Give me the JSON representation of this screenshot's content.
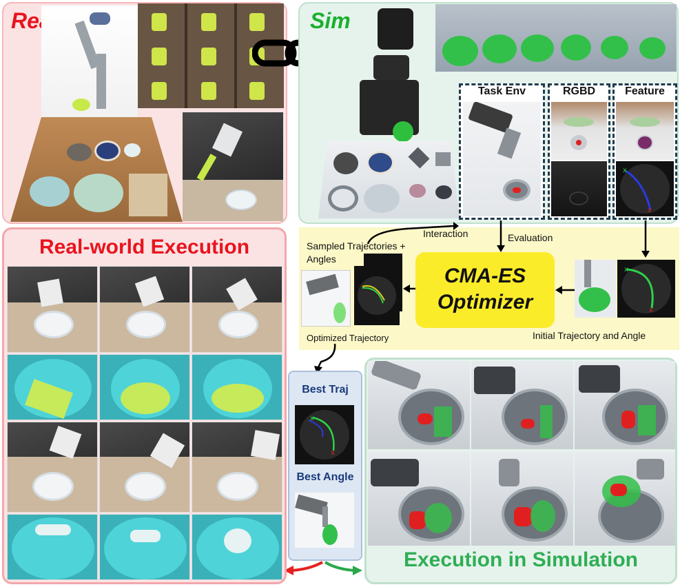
{
  "titles": {
    "real": "Real",
    "sim": "Sim",
    "real_world_execution": "Real-world Execution",
    "execution_in_simulation": "Execution in Simulation"
  },
  "headers": {
    "task_env": "Task Env",
    "rgbd": "RGBD",
    "feature": "Feature",
    "best_traj": "Best  Traj",
    "best_angle": "Best Angle"
  },
  "flow_labels": {
    "interaction": "Interaction",
    "evaluation": "Evaluation",
    "sampled_line1": "Sampled Trajectories +",
    "sampled_line2": "Angles",
    "optimized_trajectory": "Optimized Trajectory",
    "initial_trajectory": "Initial  Trajectory and Angle"
  },
  "optimizer": {
    "line1": "CMA-ES",
    "line2": "Optimizer"
  },
  "colors": {
    "real_title": "#e8141e",
    "sim_title": "#19b02d",
    "real_panel_bg": "#fbe3e4",
    "sim_panel_bg": "#e6f3ec",
    "flow_bg": "#fcf8c8",
    "optimizer_fill": "#fbec2a",
    "best_panel_bg": "#dde7f3",
    "exec_sim_title": "#2fae55",
    "arrow_red": "#e62020",
    "arrow_green": "#2aa84a"
  },
  "icons": {
    "chain": "chain-link-icon"
  }
}
